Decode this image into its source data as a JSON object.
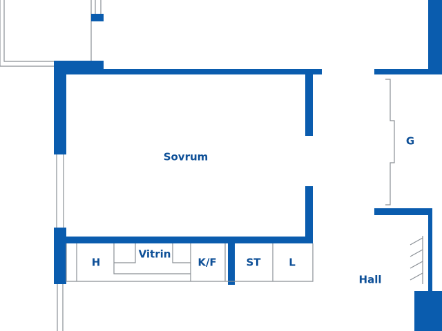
{
  "colors": {
    "wall": "#0a5cae",
    "fixture_line": "#8a8f95",
    "label": "#0d4f97",
    "background": "#ffffff"
  },
  "rooms": {
    "sovrum": "Sovrum",
    "hall": "Hall"
  },
  "closets": {
    "h": "H",
    "vitrin": "Vitrin",
    "kf": "K/F",
    "st": "ST",
    "l": "L",
    "g": "G"
  }
}
